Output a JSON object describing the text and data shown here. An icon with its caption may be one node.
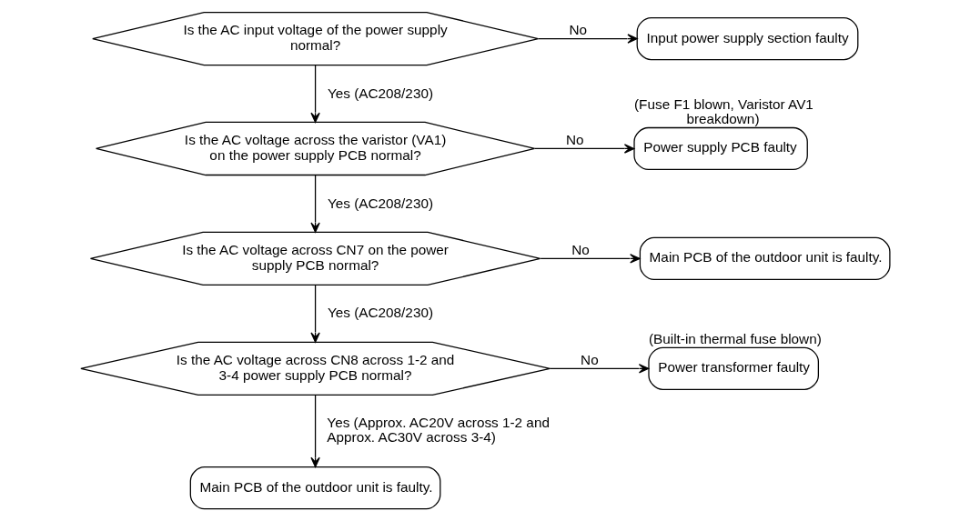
{
  "diagram": {
    "nodes": [
      {
        "text": [
          "Is the AC input voltage of the power supply normal?"
        ]
      },
      {
        "text": [
          "Input power supply section faulty"
        ]
      },
      {
        "text": [
          "Is the AC voltage across the varistor (VA1) on the power supply PCB normal?"
        ]
      },
      {
        "text": [
          "Power supply PCB faulty"
        ],
        "beside": [
          "(Fuse F1 blown, Varistor AV1 breakdown)"
        ]
      },
      {
        "text": [
          "Is the AC voltage across CN7 on the power supply PCB normal?"
        ]
      },
      {
        "text": [
          "Main PCB of the outdoor unit is faulty."
        ]
      },
      {
        "text": [
          "Is the AC voltage across CN8 across 1-2 and 3-4 power supply PCB normal?"
        ]
      },
      {
        "text": [
          "Power transformer faulty"
        ],
        "beside": [
          "(Built-in thermal fuse blown)"
        ]
      },
      {
        "text": [
          "Main PCB of the outdoor unit is faulty."
        ]
      }
    ],
    "edges": [
      {
        "from": 0,
        "to": 1,
        "arrow": "to",
        "label": "No"
      },
      {
        "from": 0,
        "to": 2,
        "arrow": "to",
        "label": "Yes (AC208/230)"
      },
      {
        "from": 2,
        "to": 3,
        "arrow": "to",
        "label": "No"
      },
      {
        "from": 2,
        "to": 4,
        "arrow": "to",
        "label": "Yes (AC208/230)"
      },
      {
        "from": 4,
        "to": 5,
        "arrow": "to",
        "label": "No"
      },
      {
        "from": 4,
        "to": 6,
        "arrow": "to",
        "label": "Yes (AC208/230)"
      },
      {
        "from": 6,
        "to": 7,
        "arrow": "to",
        "label": "No"
      },
      {
        "from": 6,
        "to": 8,
        "arrow": "to",
        "label": "Yes (Approx. AC20V across 1-2 and Approx. AC30V across 3-4)"
      }
    ]
  }
}
